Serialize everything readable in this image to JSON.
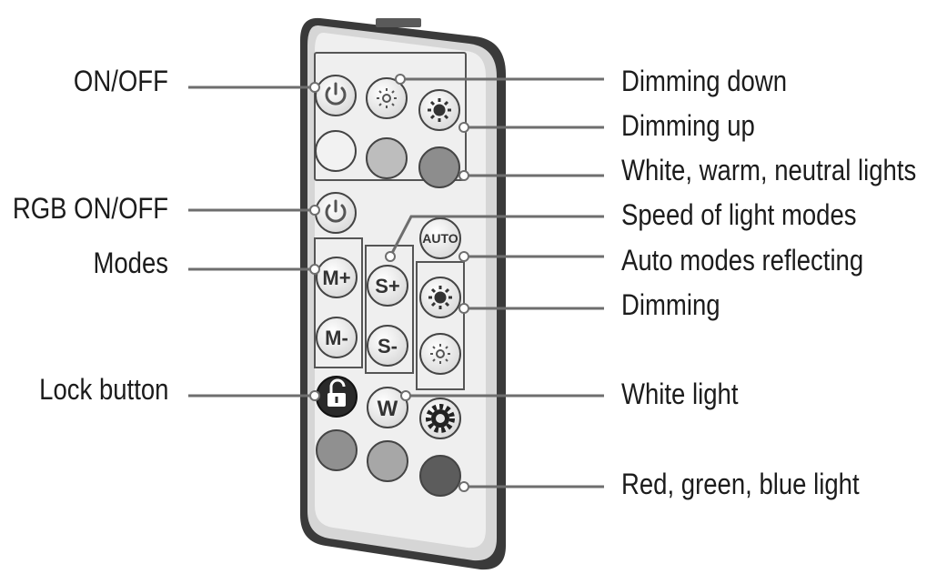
{
  "labels": {
    "on_off": "ON/OFF",
    "rgb_on_off": "RGB ON/OFF",
    "modes": "Modes",
    "lock_button": "Lock button",
    "dimming_down": "Dimming down",
    "dimming_up": "Dimming up",
    "white_warm_neutral": "White, warm, neutral lights",
    "speed_of_light_modes": "Speed of light modes",
    "auto_modes_reflecting": "Auto modes reflecting",
    "dimming": "Dimming",
    "white_light": "White light",
    "red_green_blue_light": "Red, green, blue light"
  },
  "buttons": {
    "auto": "AUTO",
    "m_plus": "M+",
    "m_minus": "M-",
    "s_plus": "S+",
    "s_minus": "S-",
    "w": "W"
  },
  "colors": {
    "remote_body": "#3a3a3a",
    "remote_face": "#efefef",
    "leader_line": "#6e6e6e",
    "white_button": "#f2f2f2",
    "warm_button": "#bdbdbd",
    "neutral_button": "#8d8d8d",
    "red_button": "#909090",
    "green_button": "#a7a7a7",
    "blue_button": "#5c5c5c"
  }
}
